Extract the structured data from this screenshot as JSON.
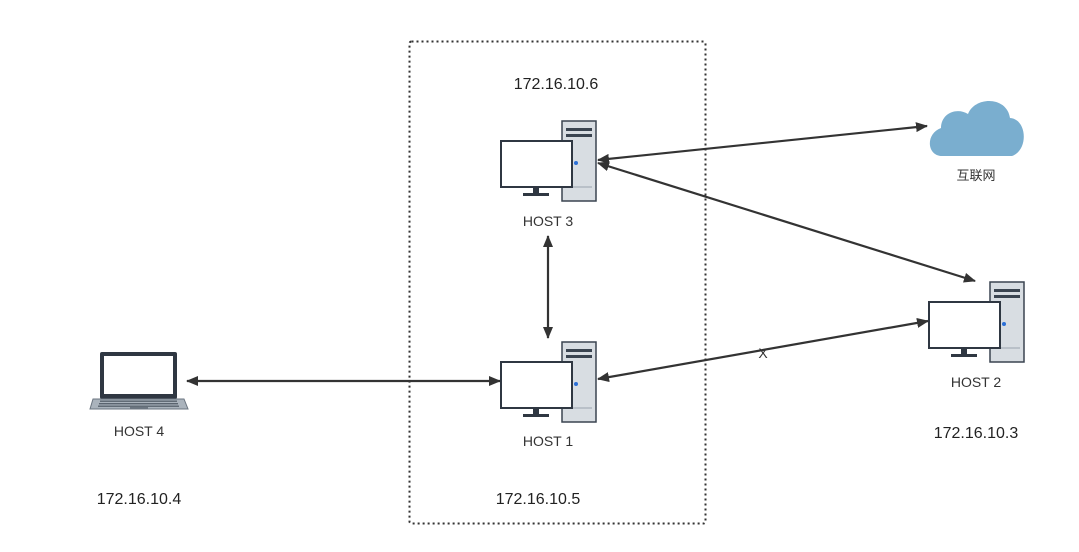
{
  "diagram": {
    "nodes": [
      {
        "id": "host3",
        "label": "HOST 3",
        "ip": "172.16.10.6",
        "kind": "desktop"
      },
      {
        "id": "host1",
        "label": "HOST 1",
        "ip": "172.16.10.5",
        "kind": "desktop"
      },
      {
        "id": "host2",
        "label": "HOST 2",
        "ip": "172.16.10.3",
        "kind": "desktop"
      },
      {
        "id": "host4",
        "label": "HOST 4",
        "ip": "172.16.10.4",
        "kind": "laptop"
      },
      {
        "id": "internet",
        "label": "互联网",
        "kind": "cloud"
      }
    ],
    "edges": [
      {
        "from": "host3",
        "to": "internet",
        "arrows": "both"
      },
      {
        "from": "host3",
        "to": "host2",
        "arrows": "both"
      },
      {
        "from": "host3",
        "to": "host1",
        "arrows": "both"
      },
      {
        "from": "host1",
        "to": "host4",
        "arrows": "both"
      },
      {
        "from": "host1",
        "to": "host2",
        "arrows": "both",
        "label": "X"
      }
    ],
    "colors": {
      "line": "#333333",
      "cloud": "#7aaecf",
      "tower": "#d8dde2",
      "tower_dark": "#3a4450",
      "monitor_frame": "#2f3742",
      "led": "#2b6fd6",
      "group_border": "#333333"
    }
  }
}
